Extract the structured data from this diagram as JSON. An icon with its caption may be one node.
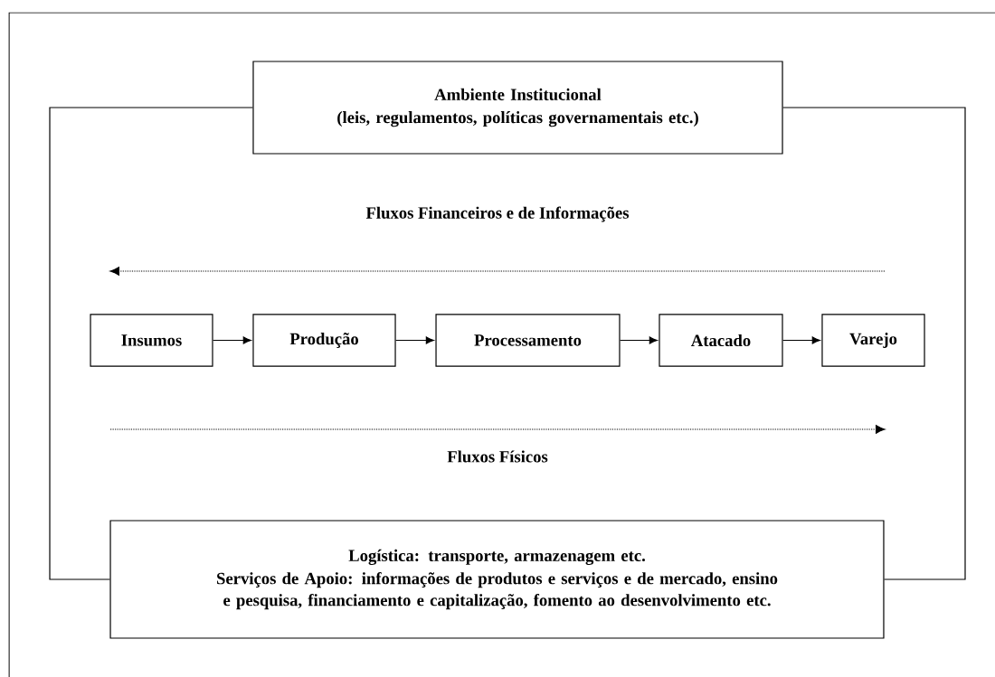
{
  "diagram": {
    "nodes": [
      {
        "text": [
          "Ambiente Institucional",
          "(leis, regulamentos, políticas governamentais etc.)"
        ]
      },
      {
        "text": [
          "Insumos"
        ]
      },
      {
        "text": [
          "Produção"
        ]
      },
      {
        "text": [
          "Processamento"
        ]
      },
      {
        "text": [
          "Atacado"
        ]
      },
      {
        "text": [
          "Varejo"
        ]
      },
      {
        "text": [
          "Logística: transporte, armazenagem etc.",
          "Serviços de Apoio: informações de produtos e serviços e de mercado, ensino e pesquisa, financiamento e capitalização, fomento ao desenvolvimento etc."
        ]
      }
    ],
    "edges": [
      {
        "from": 1,
        "to": 2,
        "arrow": "to"
      },
      {
        "from": 2,
        "to": 3,
        "arrow": "to"
      },
      {
        "from": 3,
        "to": 4,
        "arrow": "to"
      },
      {
        "from": 4,
        "to": 5,
        "arrow": "to"
      },
      {
        "from": 0,
        "to": 6,
        "arrow": "none"
      },
      {
        "from": 0,
        "to": 6,
        "arrow": "none"
      }
    ],
    "labels": [
      "Fluxos Financeiros e de Informações",
      "Fluxos Físicos"
    ]
  }
}
